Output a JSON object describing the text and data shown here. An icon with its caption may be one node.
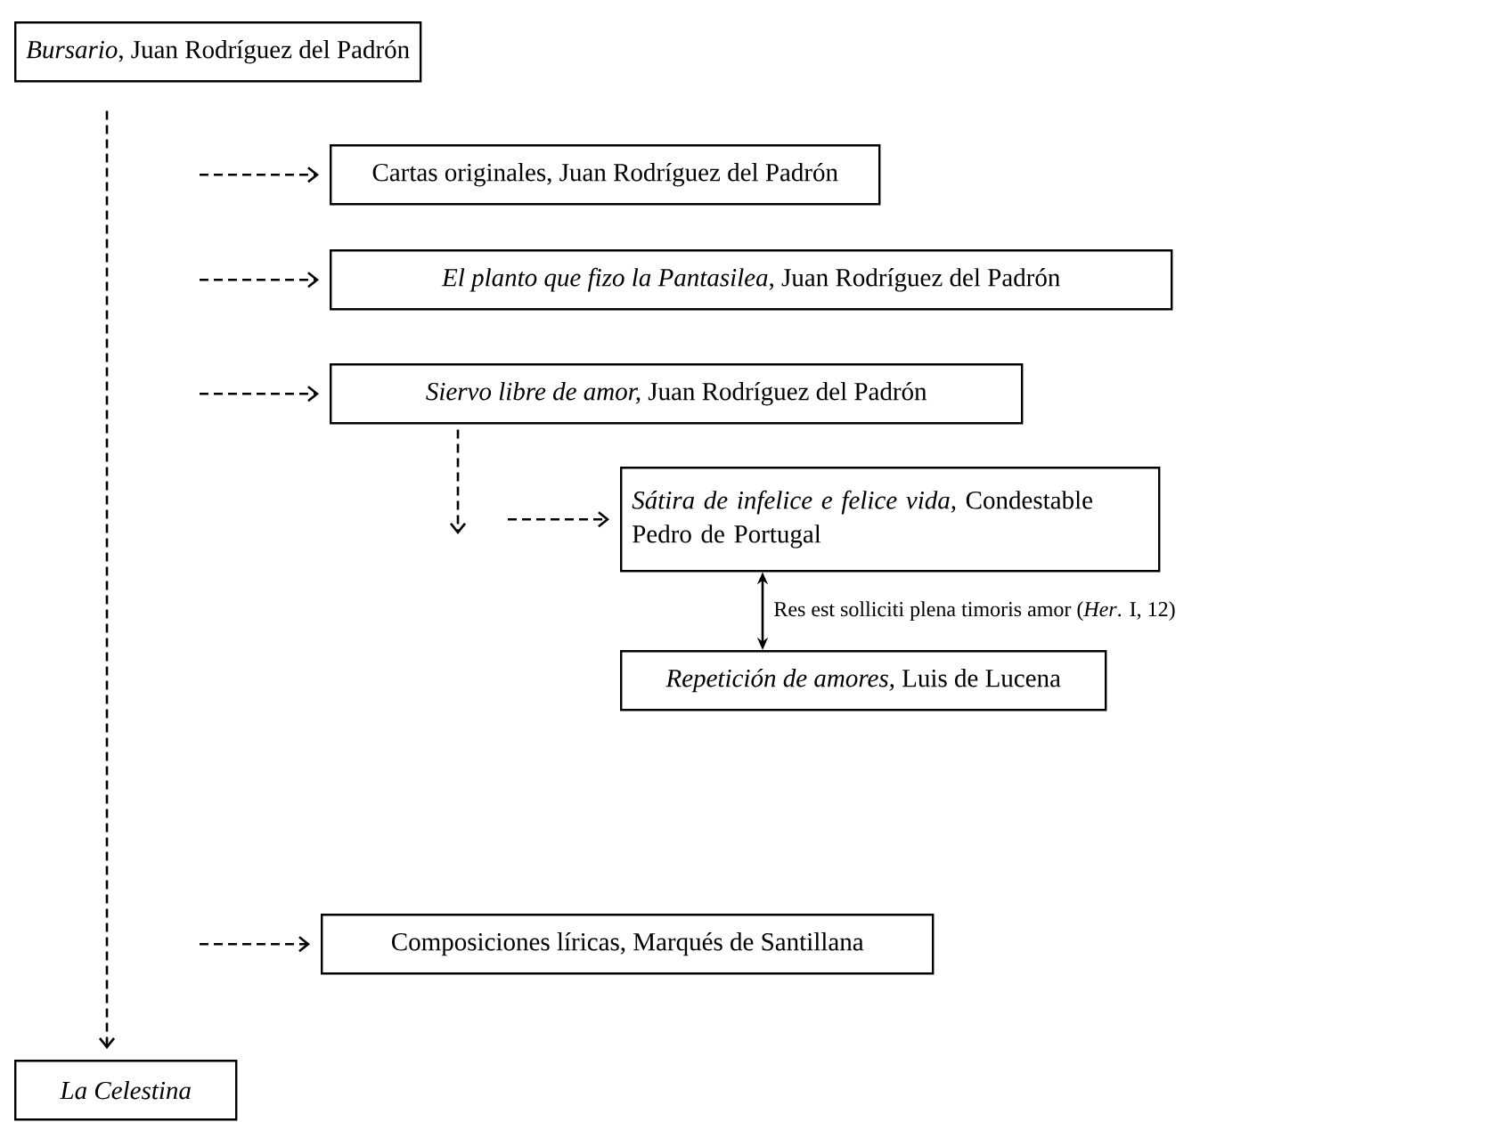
{
  "diagram": {
    "nodes": [
      {
        "text": [
          "*Bursario*, Juan Rodríguez del Padrón"
        ]
      },
      {
        "text": [
          "Cartas originales, Juan Rodríguez del Padrón"
        ]
      },
      {
        "text": [
          "*El planto que fizo la Pantasilea*, Juan Rodríguez del Padrón"
        ]
      },
      {
        "text": [
          "*Siervo libre de amor,* Juan Rodríguez del Padrón"
        ]
      },
      {
        "text": [
          "*Sátira de infelice e felice vida,* Condestable Pedro de Portugal"
        ]
      },
      {
        "text": [
          "*Repetición de amores,* Luis de Lucena"
        ]
      },
      {
        "text": [
          "Composiciones líricas, Marqués de Santillana"
        ]
      },
      {
        "text": [
          "La Celestina"
        ]
      }
    ],
    "edges": [
      {
        "from": 0,
        "to": 7,
        "arrow": "to",
        "style": "dashed"
      },
      {
        "from": null,
        "to": 1,
        "arrow": "to",
        "style": "dashed"
      },
      {
        "from": null,
        "to": 2,
        "arrow": "to",
        "style": "dashed"
      },
      {
        "from": null,
        "to": 3,
        "arrow": "to",
        "style": "dashed"
      },
      {
        "from": 3,
        "to": null,
        "arrow": "to",
        "style": "dashed"
      },
      {
        "from": null,
        "to": 4,
        "arrow": "to",
        "style": "dashed"
      },
      {
        "from": null,
        "to": 6,
        "arrow": "to",
        "style": "dashed"
      },
      {
        "from": 4,
        "to": 5,
        "arrow": "both",
        "label": "Res est solliciti plena timoris amor (*Her*. I, 12)"
      }
    ]
  }
}
